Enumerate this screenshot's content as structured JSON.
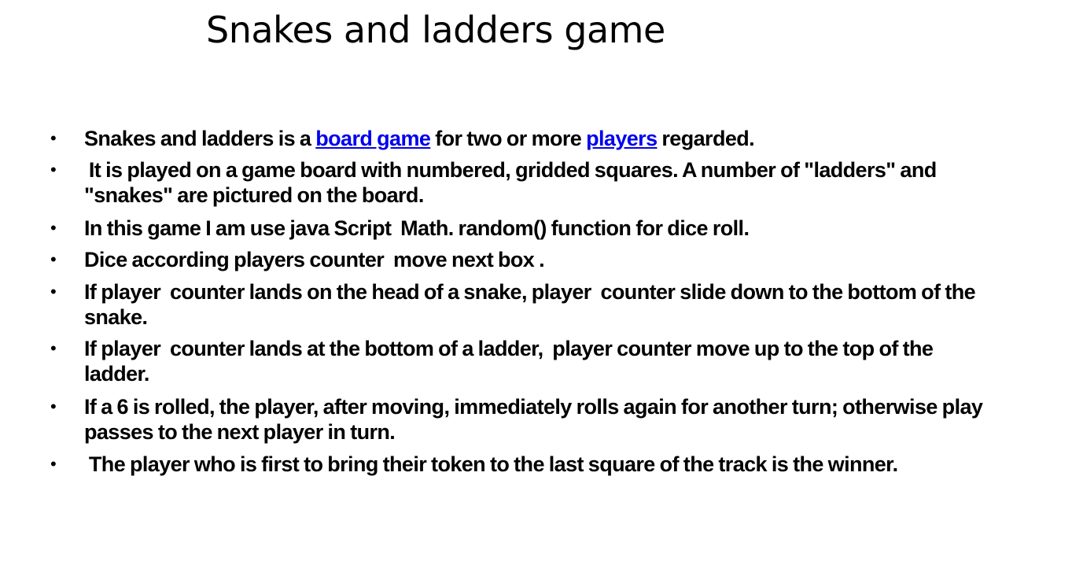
{
  "title": "Snakes and ladders game",
  "bullet_glyph": "•",
  "link_color": "#0000ee",
  "bullets": [
    {
      "pre": "Snakes and ladders is a ",
      "link1": "board game",
      "mid": " for two or more ",
      "link2": "players",
      "post": " regarded."
    },
    {
      "text": " It is played on a game board with numbered, gridded squares. A number of \"ladders\" and \"snakes\" are pictured on the board."
    },
    {
      "text": "In this game I am use java Script  Math. random() function for dice roll."
    },
    {
      "text": "Dice according players counter  move next box ."
    },
    {
      "text": "If player  counter lands on the head of a snake, player  counter slide down to the bottom of the snake."
    },
    {
      "text": "If player  counter lands at the bottom of a ladder,  player counter move up to the top of the ladder."
    },
    {
      "text": "If a 6 is rolled, the player, after moving, immediately rolls again for another turn; otherwise play passes to the next player in turn."
    },
    {
      "text": " The player who is first to bring their token to the last square of the track is the winner."
    }
  ]
}
